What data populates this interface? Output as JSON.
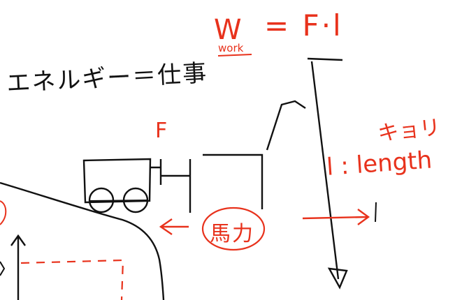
{
  "title": "エネルギー＝仕事",
  "formula": {
    "lhs": "W",
    "lhs_note": "work",
    "rhs": "= F·l"
  },
  "force_label": "F",
  "distance_label": "キョリ",
  "length_label": "l : length",
  "horsepower_label": "馬力",
  "colors": {
    "ink": "#111111",
    "pen": "#e8321c"
  }
}
